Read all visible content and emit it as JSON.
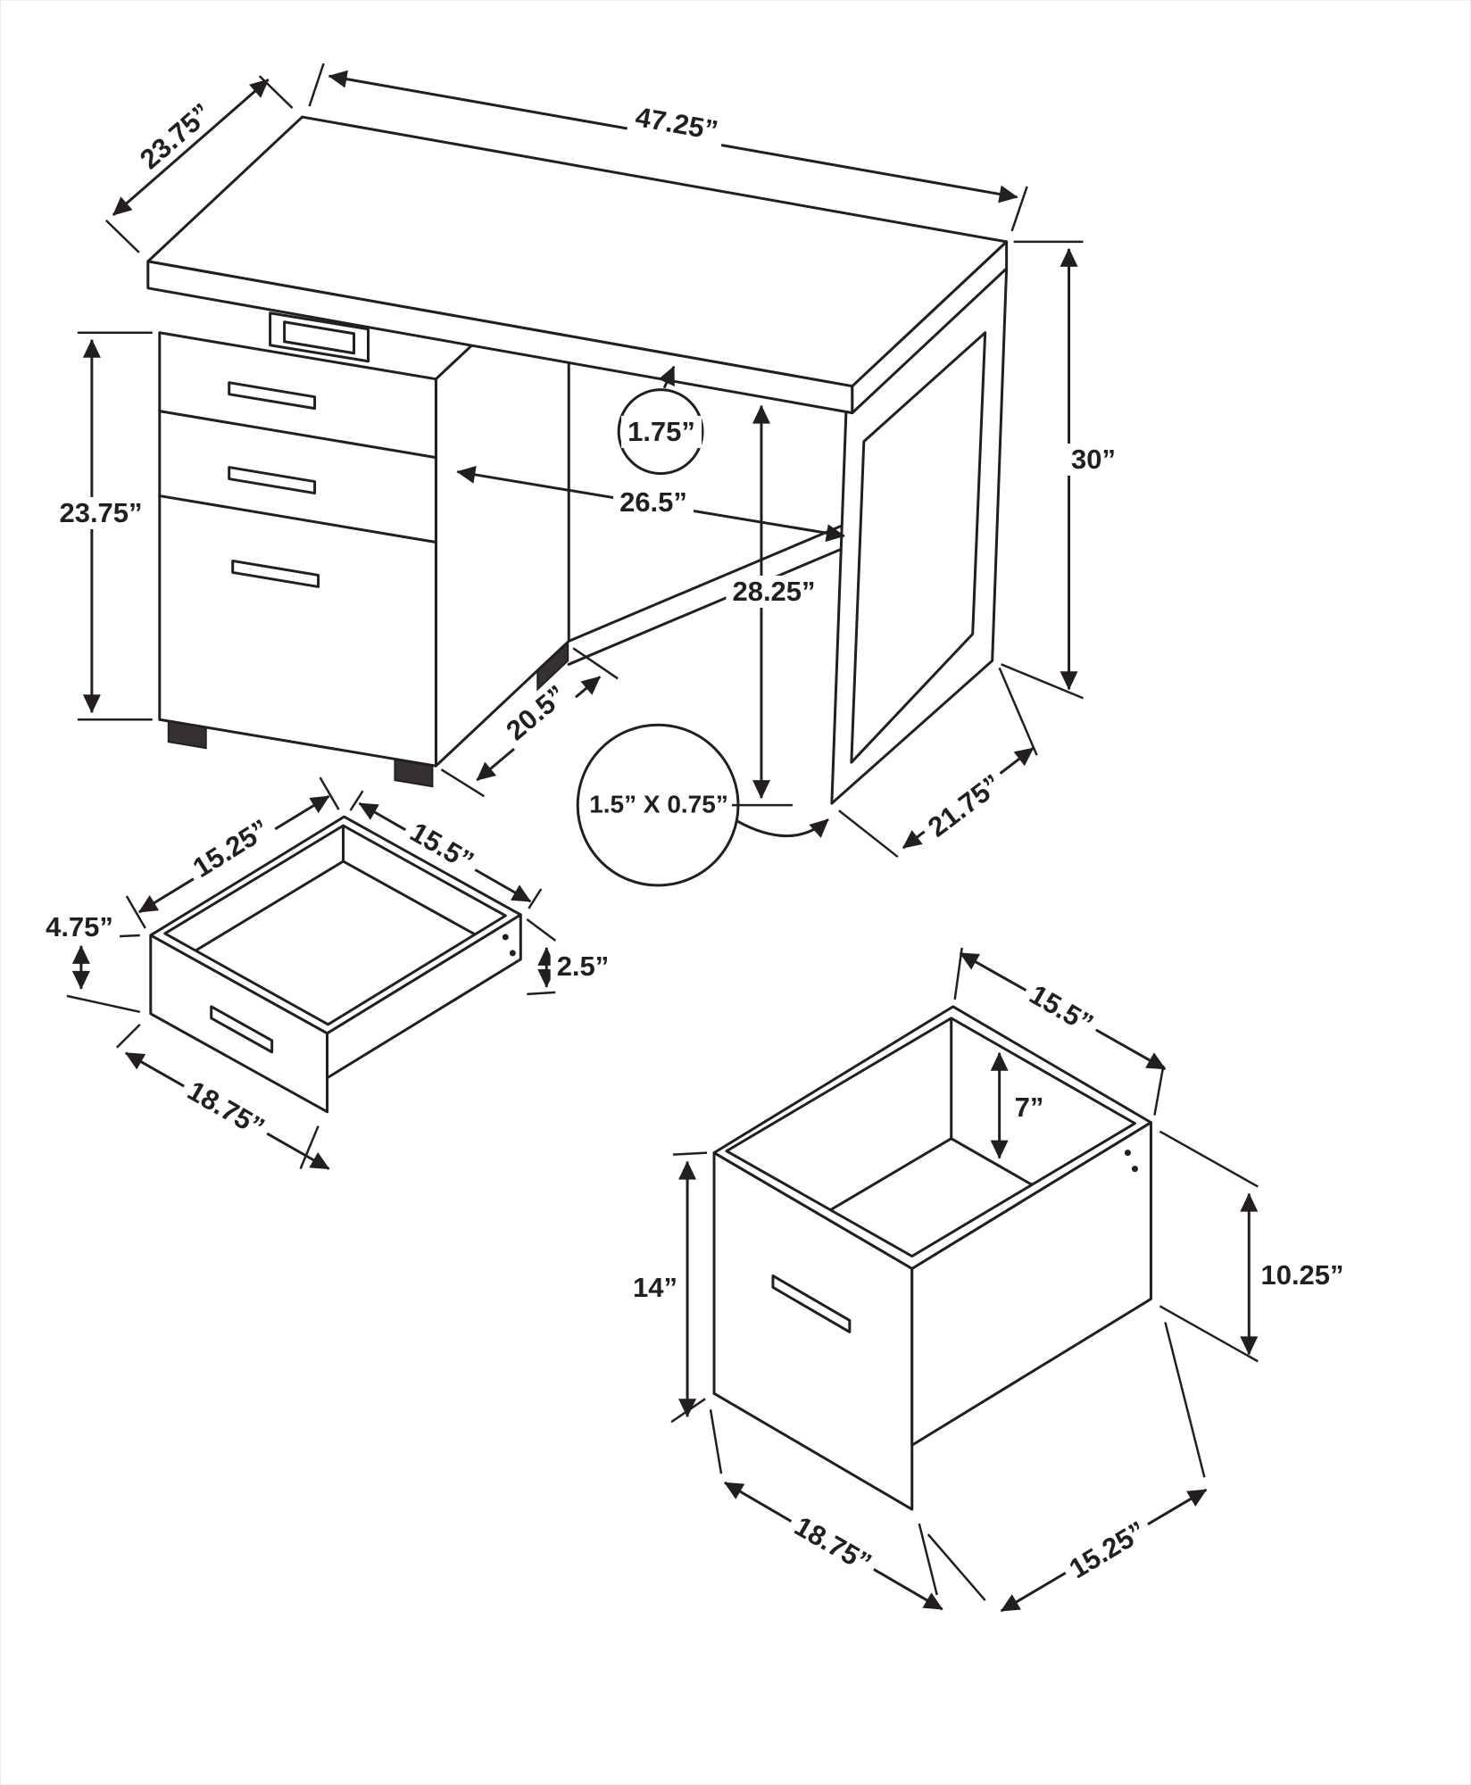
{
  "drawing_title": "desk-dimension-diagram",
  "colors": {
    "line": "#231f20",
    "background": "#ffffff",
    "feet": "#353132"
  },
  "dimensions": {
    "desk": {
      "top_depth": "23.75”",
      "top_width": "47.25”",
      "overall_height": "30”",
      "cabinet_height": "23.75”",
      "top_thickness": "1.75”",
      "knee_clearance": "26.5”",
      "clearance_height": "28.25”",
      "cabinet_depth": "20.5”",
      "leg_tube_profile": "1.5” X 0.75”",
      "leg_depth": "21.75”"
    },
    "small_drawer": {
      "inner_depth": "15.25”",
      "inner_width": "15.5”",
      "front_height": "4.75”",
      "side_height": "2.5”",
      "front_width": "18.75”"
    },
    "file_drawer": {
      "top_width": "15.5”",
      "inner_top_depth": "7”",
      "front_height": "14”",
      "side_height": "10.25”",
      "front_width": "18.75”",
      "side_depth": "15.25”"
    }
  }
}
